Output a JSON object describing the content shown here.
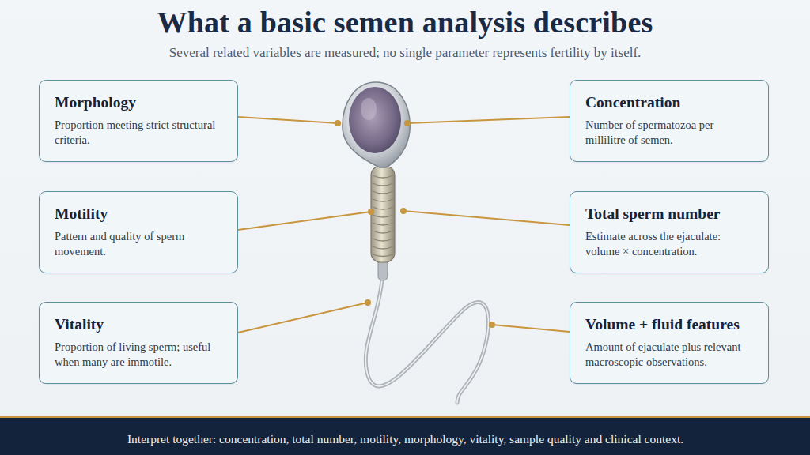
{
  "diagram": {
    "title": "What a basic semen analysis describes",
    "nodes": [
      {
        "text": [
          "Morphology",
          "Proportion meeting strict structural criteria."
        ]
      },
      {
        "text": [
          "Concentration",
          "Number of spermatozoa per millilitre of semen."
        ]
      },
      {
        "text": [
          "Motility",
          "Pattern and quality of sperm movement."
        ]
      },
      {
        "text": [
          "Total sperm number",
          "Estimate across the ejaculate: volume × concentration."
        ]
      },
      {
        "text": [
          "Vitality",
          "Proportion of living sperm; useful when many are immotile."
        ]
      },
      {
        "text": [
          "Volume + fluid features",
          "Amount of ejaculate plus relevant macroscopic observations."
        ]
      },
      {
        "text": [
          "Interpret together: concentration, total number, motility, morphology, vitality, sample quality and clinical context."
        ]
      }
    ],
    "labels": [
      "Several related variables are measured;  no single parameter represents fertility by itself."
    ]
  }
}
